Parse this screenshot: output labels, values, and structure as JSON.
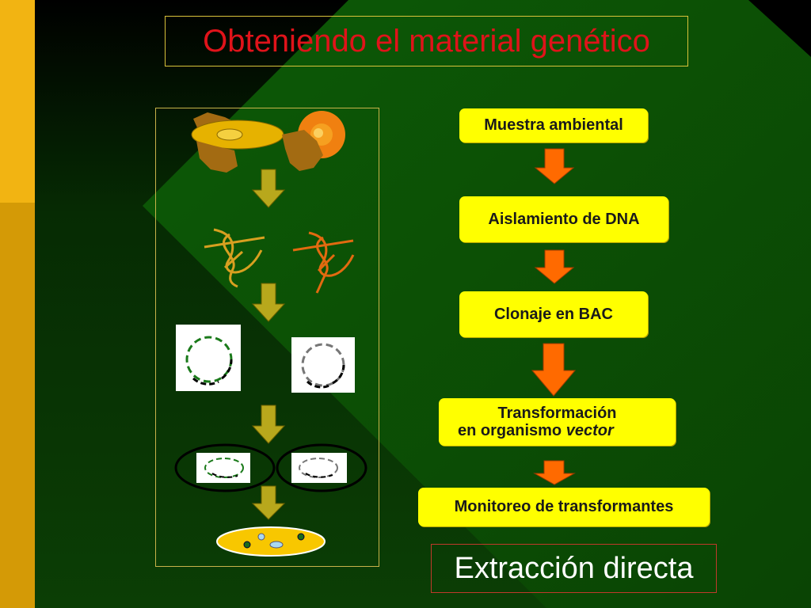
{
  "title": "Obteniendo el material genético",
  "steps": {
    "muestra": "Muestra ambiental",
    "aislamiento": "Aislamiento de DNA",
    "clonaje": "Clonaje en BAC",
    "transformacion_line1": "Transformación",
    "transformacion_line2_prefix": "en organismo ",
    "transformacion_line2_italic": "vector",
    "monitoreo": "Monitoreo de transformantes"
  },
  "footer": "Extracción directa",
  "icons": [
    "soil-sample-icon",
    "dna-strand-icon",
    "bac-vector-icon",
    "transformed-cell-icon",
    "colony-plate-icon"
  ],
  "colors": {
    "background": "#000000",
    "green": "#0e4d06",
    "left_bar": "#d99a0a",
    "title": "#e0131a",
    "step_box": "#ffff00",
    "arrow": "#ff6a00",
    "small_arrow": "#b8a81c",
    "dna_gold": "#d8a020",
    "dna_orange": "#e26a10"
  }
}
